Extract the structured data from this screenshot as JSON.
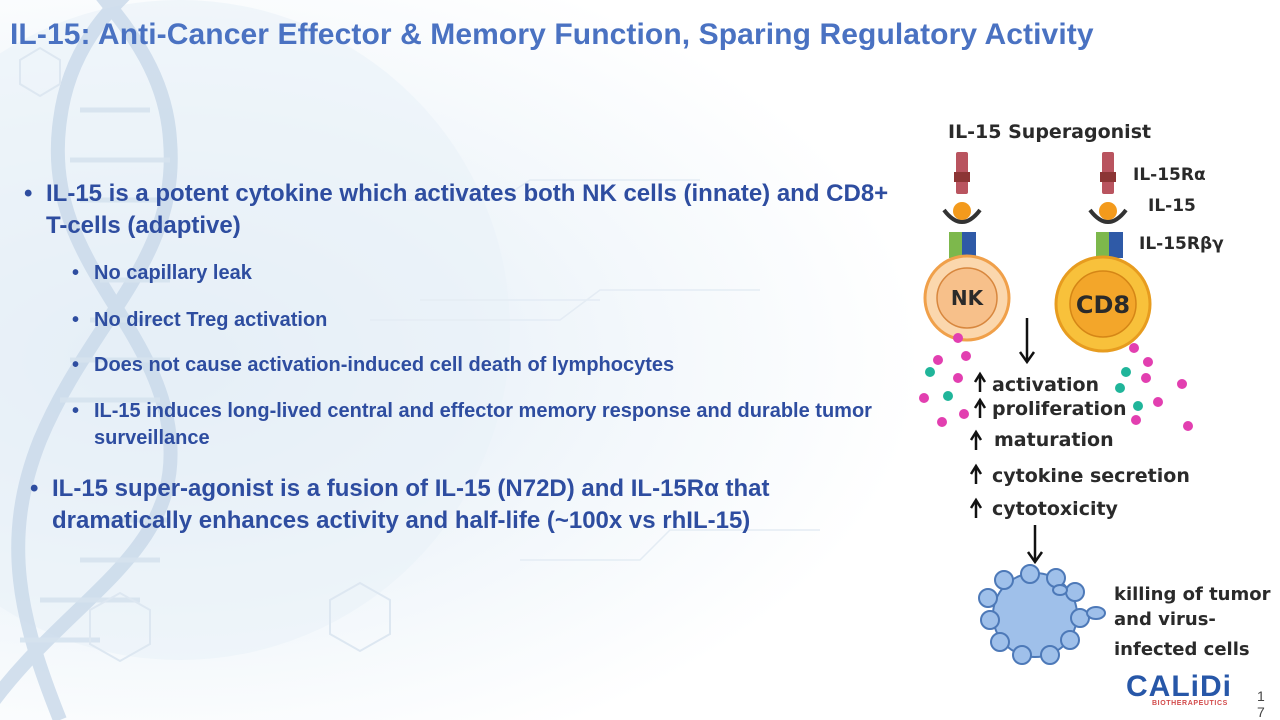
{
  "title": "IL-15: Anti-Cancer Effector & Memory Function, Sparing Regulatory Activity",
  "bullets": {
    "main1": "IL-15 is a potent cytokine which activates both NK cells (innate) and CD8+ T-cells (adaptive)",
    "sub": [
      "No capillary leak",
      "No direct Treg activation",
      "Does not cause activation-induced cell death of lymphocytes",
      "IL-15 induces long-lived central and effector memory response and durable tumor surveillance"
    ],
    "main2": "IL-15 super-agonist is a fusion of IL-15 (N72D) and IL-15Rα that dramatically enhances activity and half-life (~100x vs rhIL-15)"
  },
  "diagram": {
    "header": "IL-15 Superagonist",
    "labels": {
      "ra": "IL-15Rα",
      "il15": "IL-15",
      "rbg": "IL-15Rβγ"
    },
    "cells": {
      "nk": "NK",
      "cd8": "CD8"
    },
    "effects": [
      "activation",
      "proliferation",
      "maturation",
      "cytokine secretion",
      "cytotoxicity"
    ],
    "outcome": [
      "killing of tumor",
      "and virus-",
      "infected cells"
    ],
    "colors": {
      "nk_fill": "#fbd7ad",
      "cd8_fill": "#f8c13b",
      "receptor": "#8c3535",
      "ligand": "#f39a1c",
      "dot_magenta": "#e23fb0",
      "dot_teal": "#20b59a",
      "tumor": "#9fc0ea"
    }
  },
  "logo": {
    "name": "CALiDi",
    "sub": "BIOTHERAPEUTICS"
  },
  "page_number": "17"
}
